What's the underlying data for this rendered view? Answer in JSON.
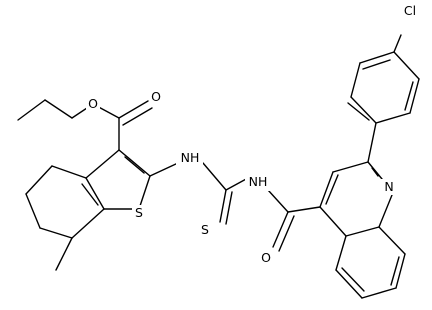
{
  "molecule": {
    "atoms": {
      "o_ether": "O",
      "o_ester_carbonyl": "O",
      "s_thiophene": "S",
      "n_thiourea_1": "NH",
      "n_thiourea_2": "NH",
      "s_thiocarbonyl": "S",
      "o_amide": "O",
      "n_quinoline": "N",
      "cl": "Cl"
    }
  },
  "colors": {
    "bond": "#000000",
    "label": "#000000",
    "background": "#ffffff"
  }
}
